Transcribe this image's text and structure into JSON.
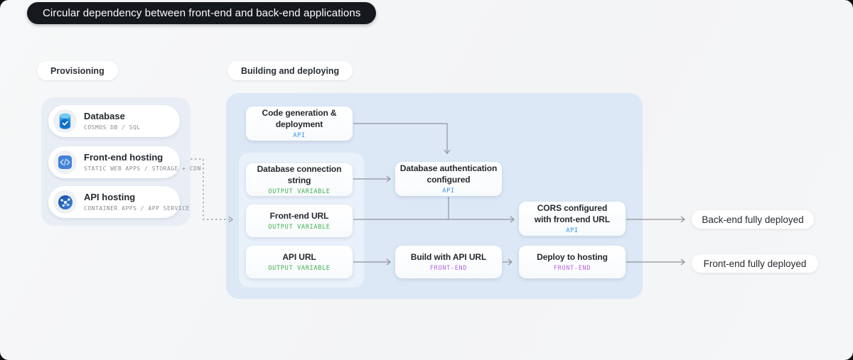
{
  "title": "Circular dependency between front-end and back-end applications",
  "sections": {
    "provisioning": "Provisioning",
    "building": "Building and deploying"
  },
  "provisioning": {
    "cards": [
      {
        "title": "Database",
        "subtitle": "COSMOS DB / SQL",
        "icon": "database-icon"
      },
      {
        "title": "Front-end hosting",
        "subtitle": "STATIC WEB APPS / STORAGE + CDN",
        "icon": "code-icon"
      },
      {
        "title": "API hosting",
        "subtitle": "CONTAINER APPS / APP SERVICE",
        "icon": "globe-network-icon"
      }
    ]
  },
  "flow": {
    "code_gen": {
      "title": "Code generation &\ndeployment",
      "tag": "API"
    },
    "db_conn": {
      "title": "Database connection string",
      "tag": "OUTPUT VARIABLE"
    },
    "fe_url": {
      "title": "Front-end URL",
      "tag": "OUTPUT VARIABLE"
    },
    "api_url": {
      "title": "API URL",
      "tag": "OUTPUT VARIABLE"
    },
    "db_auth": {
      "title": "Database authentication\nconfigured",
      "tag": "API"
    },
    "cors": {
      "title": "CORS configured\nwith front-end URL",
      "tag": "API"
    },
    "build": {
      "title": "Build with API URL",
      "tag": "FRONT-END"
    },
    "deploy": {
      "title": "Deploy to hosting",
      "tag": "FRONT-END"
    }
  },
  "results": {
    "backend": "Back-end fully deployed",
    "frontend": "Front-end fully deployed"
  },
  "connections": [
    {
      "from": "Code generation & deployment",
      "to": "Database authentication configured",
      "style": "solid"
    },
    {
      "from": "Database connection string",
      "to": "Database authentication configured",
      "style": "solid"
    },
    {
      "from": "Database authentication configured",
      "to": "CORS configured with front-end URL",
      "style": "solid"
    },
    {
      "from": "Front-end URL",
      "to": "CORS configured with front-end URL",
      "style": "solid"
    },
    {
      "from": "CORS configured with front-end URL",
      "to": "Back-end fully deployed",
      "style": "solid"
    },
    {
      "from": "API URL",
      "to": "Build with API URL",
      "style": "solid"
    },
    {
      "from": "Build with API URL",
      "to": "Deploy to hosting",
      "style": "solid"
    },
    {
      "from": "Deploy to hosting",
      "to": "Front-end fully deployed",
      "style": "solid"
    },
    {
      "from": "Front-end hosting",
      "to": "Front-end URL",
      "style": "dashed"
    }
  ],
  "colors": {
    "accent_blue": "#2e96ee",
    "accent_green": "#3cb14e",
    "accent_purple": "#b168e0",
    "arrow_gray": "#8e9398",
    "title_pill_bg": "#15181c",
    "panel_left_bg": "#e9eef6",
    "panel_right_bg": "#dce8f6"
  }
}
